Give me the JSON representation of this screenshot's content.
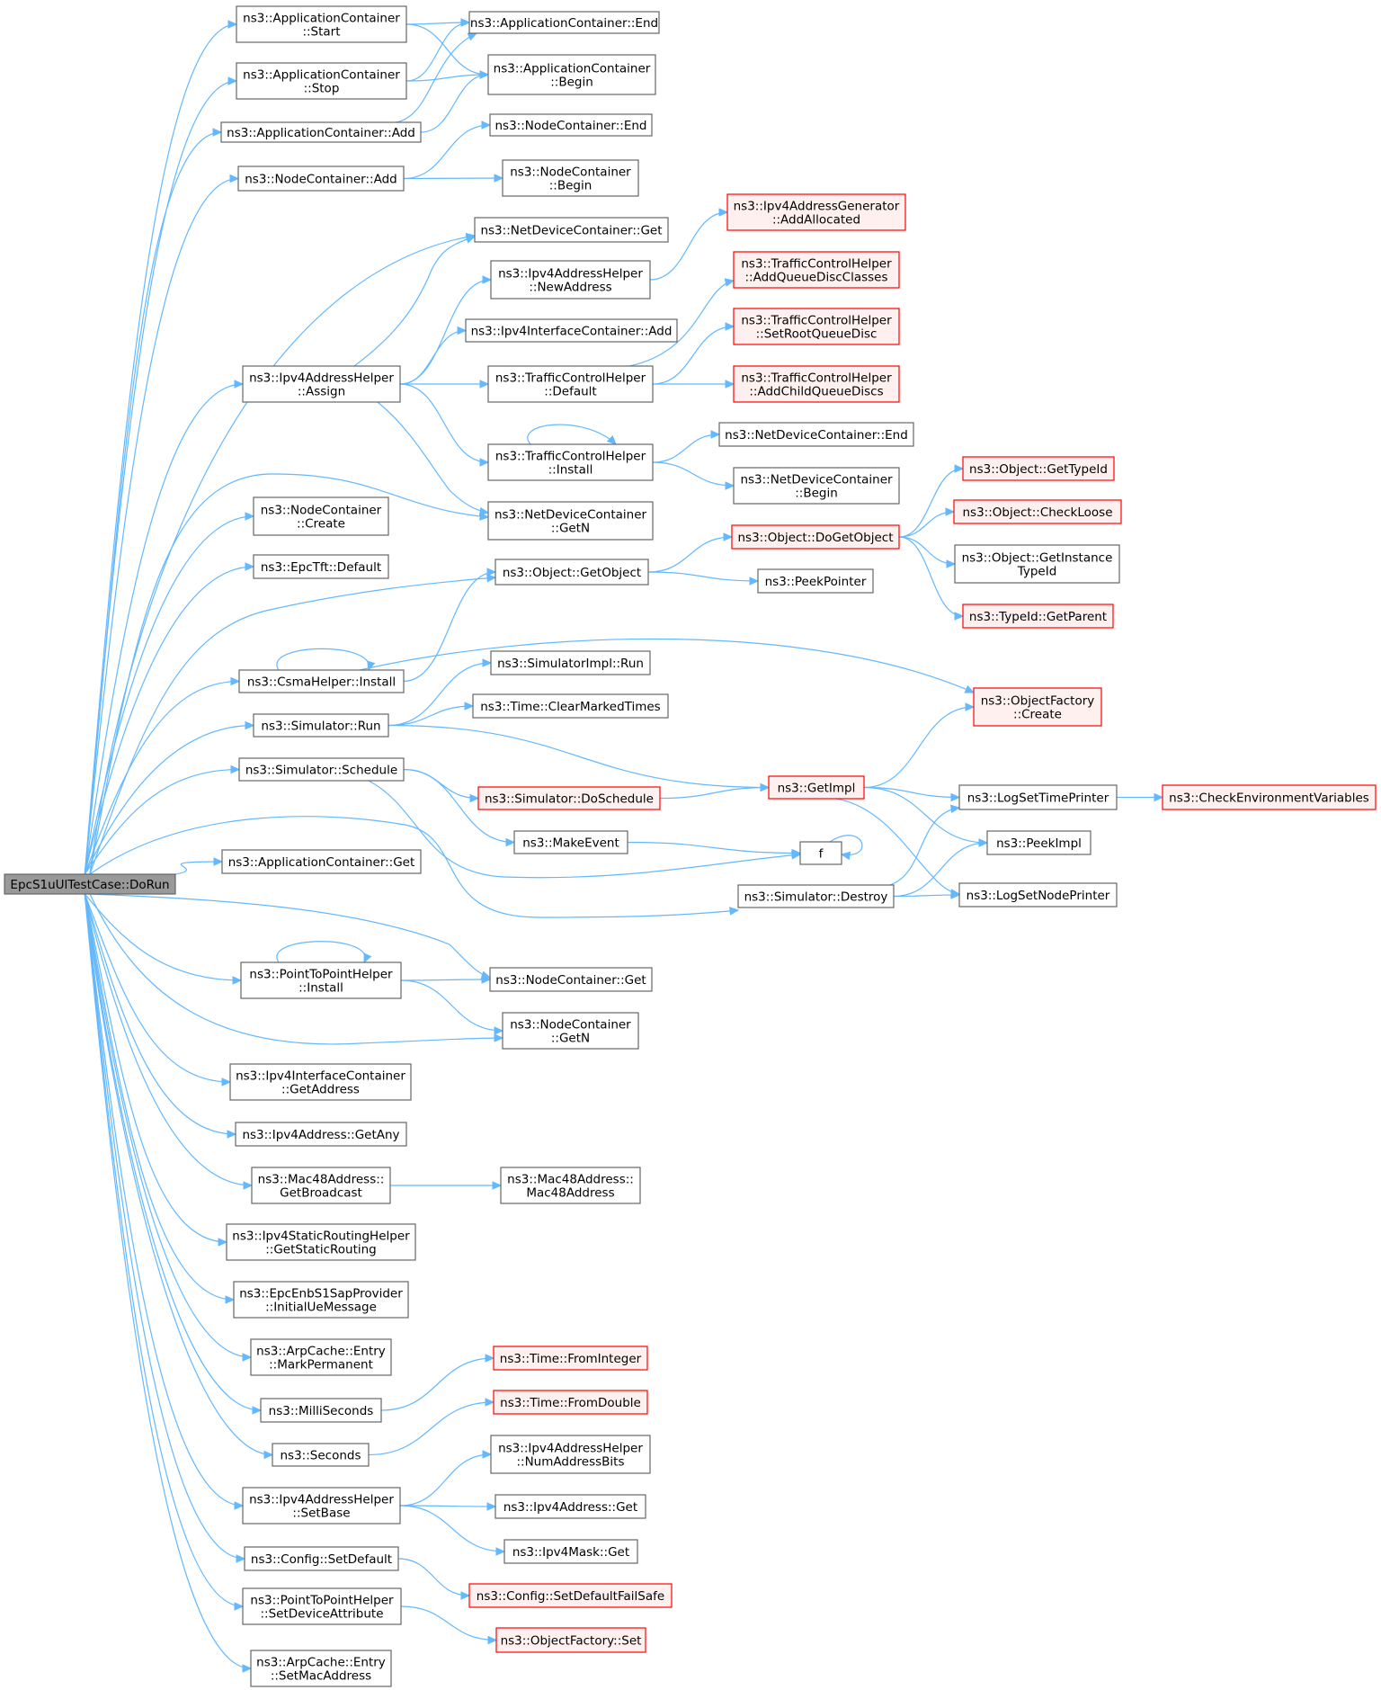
{
  "graph": {
    "root": "EpcS1uUlTestCase::DoRun",
    "nodes": [
      {
        "id": "root",
        "lines": [
          "EpcS1uUlTestCase::DoRun"
        ],
        "style": "root"
      },
      {
        "id": "app_start",
        "lines": [
          "ns3::ApplicationContainer",
          "::Start"
        ],
        "style": "normal"
      },
      {
        "id": "app_stop",
        "lines": [
          "ns3::ApplicationContainer",
          "::Stop"
        ],
        "style": "normal"
      },
      {
        "id": "app_add",
        "lines": [
          "ns3::ApplicationContainer::Add"
        ],
        "style": "normal"
      },
      {
        "id": "app_end",
        "lines": [
          "ns3::ApplicationContainer::End"
        ],
        "style": "normal"
      },
      {
        "id": "app_begin",
        "lines": [
          "ns3::ApplicationContainer",
          "::Begin"
        ],
        "style": "normal"
      },
      {
        "id": "nc_add",
        "lines": [
          "ns3::NodeContainer::Add"
        ],
        "style": "normal"
      },
      {
        "id": "nc_end",
        "lines": [
          "ns3::NodeContainer::End"
        ],
        "style": "normal"
      },
      {
        "id": "nc_begin",
        "lines": [
          "ns3::NodeContainer",
          "::Begin"
        ],
        "style": "normal"
      },
      {
        "id": "ndc_get",
        "lines": [
          "ns3::NetDeviceContainer::Get"
        ],
        "style": "normal"
      },
      {
        "id": "ipv4gen_alloc",
        "lines": [
          "ns3::Ipv4AddressGenerator",
          "::AddAllocated"
        ],
        "style": "red"
      },
      {
        "id": "ipv4h_newaddr",
        "lines": [
          "ns3::Ipv4AddressHelper",
          "::NewAddress"
        ],
        "style": "normal"
      },
      {
        "id": "tch_addqdc",
        "lines": [
          "ns3::TrafficControlHelper",
          "::AddQueueDiscClasses"
        ],
        "style": "red"
      },
      {
        "id": "ipv4ic_add",
        "lines": [
          "ns3::Ipv4InterfaceContainer::Add"
        ],
        "style": "normal"
      },
      {
        "id": "tch_setroot",
        "lines": [
          "ns3::TrafficControlHelper",
          "::SetRootQueueDisc"
        ],
        "style": "red"
      },
      {
        "id": "ipv4h_assign",
        "lines": [
          "ns3::Ipv4AddressHelper",
          "::Assign"
        ],
        "style": "normal"
      },
      {
        "id": "tch_default",
        "lines": [
          "ns3::TrafficControlHelper",
          "::Default"
        ],
        "style": "normal"
      },
      {
        "id": "tch_addchild",
        "lines": [
          "ns3::TrafficControlHelper",
          "::AddChildQueueDiscs"
        ],
        "style": "red"
      },
      {
        "id": "ndc_end",
        "lines": [
          "ns3::NetDeviceContainer::End"
        ],
        "style": "normal"
      },
      {
        "id": "tch_install",
        "lines": [
          "ns3::TrafficControlHelper",
          "::Install"
        ],
        "style": "normal"
      },
      {
        "id": "ndc_begin",
        "lines": [
          "ns3::NetDeviceContainer",
          "::Begin"
        ],
        "style": "normal"
      },
      {
        "id": "obj_typeid",
        "lines": [
          "ns3::Object::GetTypeId"
        ],
        "style": "red"
      },
      {
        "id": "nc_create",
        "lines": [
          "ns3::NodeContainer",
          "::Create"
        ],
        "style": "normal"
      },
      {
        "id": "ndc_getn",
        "lines": [
          "ns3::NetDeviceContainer",
          "::GetN"
        ],
        "style": "normal"
      },
      {
        "id": "obj_checkloose",
        "lines": [
          "ns3::Object::CheckLoose"
        ],
        "style": "red"
      },
      {
        "id": "obj_dogetobject",
        "lines": [
          "ns3::Object::DoGetObject"
        ],
        "style": "red"
      },
      {
        "id": "epctft_default",
        "lines": [
          "ns3::EpcTft::Default"
        ],
        "style": "normal"
      },
      {
        "id": "obj_getobject",
        "lines": [
          "ns3::Object::GetObject"
        ],
        "style": "normal"
      },
      {
        "id": "obj_getinstance",
        "lines": [
          "ns3::Object::GetInstance",
          "TypeId"
        ],
        "style": "normal"
      },
      {
        "id": "peekpointer",
        "lines": [
          "ns3::PeekPointer"
        ],
        "style": "normal"
      },
      {
        "id": "typeid_getparent",
        "lines": [
          "ns3::TypeId::GetParent"
        ],
        "style": "red"
      },
      {
        "id": "simimpl_run",
        "lines": [
          "ns3::SimulatorImpl::Run"
        ],
        "style": "normal"
      },
      {
        "id": "csma_install",
        "lines": [
          "ns3::CsmaHelper::Install"
        ],
        "style": "normal"
      },
      {
        "id": "of_create",
        "lines": [
          "ns3::ObjectFactory",
          "::Create"
        ],
        "style": "red"
      },
      {
        "id": "time_clearmarked",
        "lines": [
          "ns3::Time::ClearMarkedTimes"
        ],
        "style": "normal"
      },
      {
        "id": "sim_run",
        "lines": [
          "ns3::Simulator::Run"
        ],
        "style": "normal"
      },
      {
        "id": "sim_schedule",
        "lines": [
          "ns3::Simulator::Schedule"
        ],
        "style": "normal"
      },
      {
        "id": "getimpl",
        "lines": [
          "ns3::GetImpl"
        ],
        "style": "red"
      },
      {
        "id": "sim_doschedule",
        "lines": [
          "ns3::Simulator::DoSchedule"
        ],
        "style": "red"
      },
      {
        "id": "logsettime",
        "lines": [
          "ns3::LogSetTimePrinter"
        ],
        "style": "normal"
      },
      {
        "id": "checkenv",
        "lines": [
          "ns3::CheckEnvironmentVariables"
        ],
        "style": "red"
      },
      {
        "id": "makeevent",
        "lines": [
          "ns3::MakeEvent"
        ],
        "style": "normal"
      },
      {
        "id": "f",
        "lines": [
          "f"
        ],
        "style": "normal"
      },
      {
        "id": "peekimpl",
        "lines": [
          "ns3::PeekImpl"
        ],
        "style": "normal"
      },
      {
        "id": "appc_get",
        "lines": [
          "ns3::ApplicationContainer::Get"
        ],
        "style": "normal"
      },
      {
        "id": "sim_destroy",
        "lines": [
          "ns3::Simulator::Destroy"
        ],
        "style": "normal"
      },
      {
        "id": "logsetnode",
        "lines": [
          "ns3::LogSetNodePrinter"
        ],
        "style": "normal"
      },
      {
        "id": "p2p_install",
        "lines": [
          "ns3::PointToPointHelper",
          "::Install"
        ],
        "style": "normal"
      },
      {
        "id": "nc_get",
        "lines": [
          "ns3::NodeContainer::Get"
        ],
        "style": "normal"
      },
      {
        "id": "nc_getn",
        "lines": [
          "ns3::NodeContainer",
          "::GetN"
        ],
        "style": "normal"
      },
      {
        "id": "ipv4ic_getaddr",
        "lines": [
          "ns3::Ipv4InterfaceContainer",
          "::GetAddress"
        ],
        "style": "normal"
      },
      {
        "id": "ipv4addr_getany",
        "lines": [
          "ns3::Ipv4Address::GetAny"
        ],
        "style": "normal"
      },
      {
        "id": "mac48_getbcast",
        "lines": [
          "ns3::Mac48Address::",
          "GetBroadcast"
        ],
        "style": "normal"
      },
      {
        "id": "mac48_ctor",
        "lines": [
          "ns3::Mac48Address::",
          "Mac48Address"
        ],
        "style": "normal"
      },
      {
        "id": "ipv4srh_get",
        "lines": [
          "ns3::Ipv4StaticRoutingHelper",
          "::GetStaticRouting"
        ],
        "style": "normal"
      },
      {
        "id": "epcenb_initue",
        "lines": [
          "ns3::EpcEnbS1SapProvider",
          "::InitialUeMessage"
        ],
        "style": "normal"
      },
      {
        "id": "arp_markperm",
        "lines": [
          "ns3::ArpCache::Entry",
          "::MarkPermanent"
        ],
        "style": "normal"
      },
      {
        "id": "time_fromint",
        "lines": [
          "ns3::Time::FromInteger"
        ],
        "style": "red"
      },
      {
        "id": "millis",
        "lines": [
          "ns3::MilliSeconds"
        ],
        "style": "normal"
      },
      {
        "id": "time_fromdouble",
        "lines": [
          "ns3::Time::FromDouble"
        ],
        "style": "red"
      },
      {
        "id": "seconds",
        "lines": [
          "ns3::Seconds"
        ],
        "style": "normal"
      },
      {
        "id": "ipv4h_numbits",
        "lines": [
          "ns3::Ipv4AddressHelper",
          "::NumAddressBits"
        ],
        "style": "normal"
      },
      {
        "id": "ipv4h_setbase",
        "lines": [
          "ns3::Ipv4AddressHelper",
          "::SetBase"
        ],
        "style": "normal"
      },
      {
        "id": "ipv4addr_get",
        "lines": [
          "ns3::Ipv4Address::Get"
        ],
        "style": "normal"
      },
      {
        "id": "ipv4mask_get",
        "lines": [
          "ns3::Ipv4Mask::Get"
        ],
        "style": "normal"
      },
      {
        "id": "config_setdefault",
        "lines": [
          "ns3::Config::SetDefault"
        ],
        "style": "normal"
      },
      {
        "id": "config_failsafe",
        "lines": [
          "ns3::Config::SetDefaultFailSafe"
        ],
        "style": "red"
      },
      {
        "id": "p2p_setdevattr",
        "lines": [
          "ns3::PointToPointHelper",
          "::SetDeviceAttribute"
        ],
        "style": "normal"
      },
      {
        "id": "of_set",
        "lines": [
          "ns3::ObjectFactory::Set"
        ],
        "style": "red"
      },
      {
        "id": "arp_setmac",
        "lines": [
          "ns3::ArpCache::Entry",
          "::SetMacAddress"
        ],
        "style": "normal"
      }
    ],
    "edges": [
      [
        "root",
        "app_start"
      ],
      [
        "root",
        "app_stop"
      ],
      [
        "root",
        "app_add"
      ],
      [
        "root",
        "nc_add"
      ],
      [
        "root",
        "ndc_get"
      ],
      [
        "root",
        "ipv4h_assign"
      ],
      [
        "root",
        "ndc_getn"
      ],
      [
        "root",
        "nc_create"
      ],
      [
        "root",
        "epctft_default"
      ],
      [
        "root",
        "obj_getobject"
      ],
      [
        "root",
        "csma_install"
      ],
      [
        "root",
        "sim_run"
      ],
      [
        "root",
        "sim_schedule"
      ],
      [
        "root",
        "sim_destroy"
      ],
      [
        "root",
        "appc_get"
      ],
      [
        "root",
        "nc_get"
      ],
      [
        "root",
        "p2p_install"
      ],
      [
        "root",
        "nc_getn"
      ],
      [
        "root",
        "ipv4ic_getaddr"
      ],
      [
        "root",
        "ipv4addr_getany"
      ],
      [
        "root",
        "mac48_getbcast"
      ],
      [
        "root",
        "ipv4srh_get"
      ],
      [
        "root",
        "epcenb_initue"
      ],
      [
        "root",
        "arp_markperm"
      ],
      [
        "root",
        "millis"
      ],
      [
        "root",
        "seconds"
      ],
      [
        "root",
        "ipv4h_setbase"
      ],
      [
        "root",
        "config_setdefault"
      ],
      [
        "root",
        "p2p_setdevattr"
      ],
      [
        "root",
        "arp_setmac"
      ],
      [
        "app_start",
        "app_end"
      ],
      [
        "app_start",
        "app_begin"
      ],
      [
        "app_stop",
        "app_end"
      ],
      [
        "app_stop",
        "app_begin"
      ],
      [
        "app_add",
        "app_end"
      ],
      [
        "app_add",
        "app_begin"
      ],
      [
        "nc_add",
        "nc_end"
      ],
      [
        "nc_add",
        "nc_begin"
      ],
      [
        "ipv4h_assign",
        "ndc_get"
      ],
      [
        "ipv4h_assign",
        "ipv4h_newaddr"
      ],
      [
        "ipv4h_assign",
        "ipv4ic_add"
      ],
      [
        "ipv4h_assign",
        "tch_default"
      ],
      [
        "ipv4h_assign",
        "tch_install"
      ],
      [
        "ipv4h_assign",
        "ndc_getn"
      ],
      [
        "ipv4h_newaddr",
        "ipv4gen_alloc"
      ],
      [
        "tch_default",
        "tch_addqdc"
      ],
      [
        "tch_default",
        "tch_setroot"
      ],
      [
        "tch_default",
        "tch_addchild"
      ],
      [
        "tch_install",
        "tch_install"
      ],
      [
        "tch_install",
        "ndc_end"
      ],
      [
        "tch_install",
        "ndc_begin"
      ],
      [
        "obj_getobject",
        "obj_dogetobject"
      ],
      [
        "obj_getobject",
        "peekpointer"
      ],
      [
        "obj_dogetobject",
        "obj_typeid"
      ],
      [
        "obj_dogetobject",
        "obj_checkloose"
      ],
      [
        "obj_dogetobject",
        "obj_getinstance"
      ],
      [
        "obj_dogetobject",
        "typeid_getparent"
      ],
      [
        "csma_install",
        "csma_install"
      ],
      [
        "csma_install",
        "obj_getobject"
      ],
      [
        "csma_install",
        "of_create"
      ],
      [
        "sim_run",
        "simimpl_run"
      ],
      [
        "sim_run",
        "time_clearmarked"
      ],
      [
        "sim_run",
        "getimpl"
      ],
      [
        "sim_schedule",
        "sim_doschedule"
      ],
      [
        "sim_schedule",
        "makeevent"
      ],
      [
        "sim_schedule",
        "f"
      ],
      [
        "sim_doschedule",
        "getimpl"
      ],
      [
        "getimpl",
        "of_create"
      ],
      [
        "getimpl",
        "logsettime"
      ],
      [
        "getimpl",
        "peekimpl"
      ],
      [
        "getimpl",
        "logsetnode"
      ],
      [
        "logsettime",
        "checkenv"
      ],
      [
        "makeevent",
        "f"
      ],
      [
        "f",
        "f"
      ],
      [
        "sim_destroy",
        "logsettime"
      ],
      [
        "sim_destroy",
        "peekimpl"
      ],
      [
        "sim_destroy",
        "logsetnode"
      ],
      [
        "p2p_install",
        "p2p_install"
      ],
      [
        "p2p_install",
        "nc_get"
      ],
      [
        "p2p_install",
        "nc_getn"
      ],
      [
        "mac48_getbcast",
        "mac48_ctor"
      ],
      [
        "millis",
        "time_fromint"
      ],
      [
        "seconds",
        "time_fromdouble"
      ],
      [
        "ipv4h_setbase",
        "ipv4h_numbits"
      ],
      [
        "ipv4h_setbase",
        "ipv4addr_get"
      ],
      [
        "ipv4h_setbase",
        "ipv4mask_get"
      ],
      [
        "config_setdefault",
        "config_failsafe"
      ],
      [
        "p2p_setdevattr",
        "of_set"
      ]
    ]
  }
}
